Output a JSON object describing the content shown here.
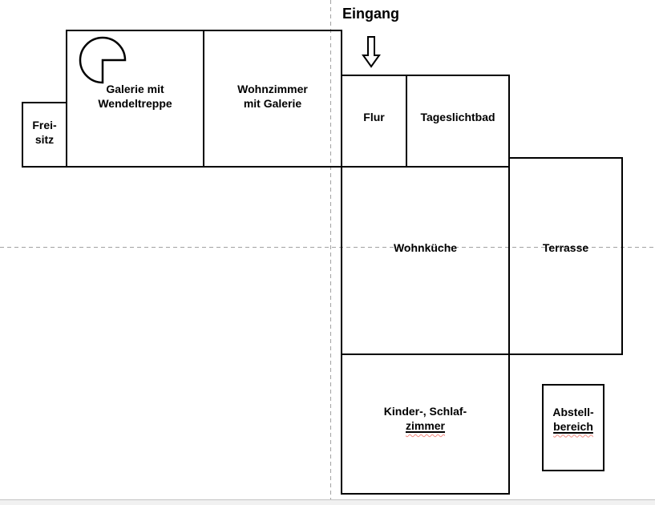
{
  "canvas": {
    "background": "#ffffff",
    "wall_color": "#000000",
    "guide_color": "#a2a2a2",
    "spellcheck_color": "#f28b82",
    "bottom_edge_line": "#c3c3c3",
    "bottom_edge_fill": "#f1f1f1"
  },
  "entrance": {
    "label": "Eingang",
    "arrow_icon": "down-arrow-outline"
  },
  "rooms": {
    "galerie": {
      "line1": "Galerie mit",
      "line2": "Wendeltreppe",
      "icon": "spiral-staircase"
    },
    "wohnzimmer": {
      "line1": "Wohnzimmer",
      "line2": "mit Galerie"
    },
    "freisitz": {
      "line1": "Frei-",
      "line2": "sitz"
    },
    "flur": {
      "label": "Flur"
    },
    "tageslichtbad": {
      "label": "Tageslichtbad"
    },
    "wohnkueche": {
      "label": "Wohnküche"
    },
    "terrasse": {
      "label": "Terrasse"
    },
    "kinderzimmer": {
      "line1": "Kinder-, Schlaf-",
      "line2": "zimmer"
    },
    "abstellbereich": {
      "line1": "Abstell-",
      "line2": "bereich"
    }
  }
}
